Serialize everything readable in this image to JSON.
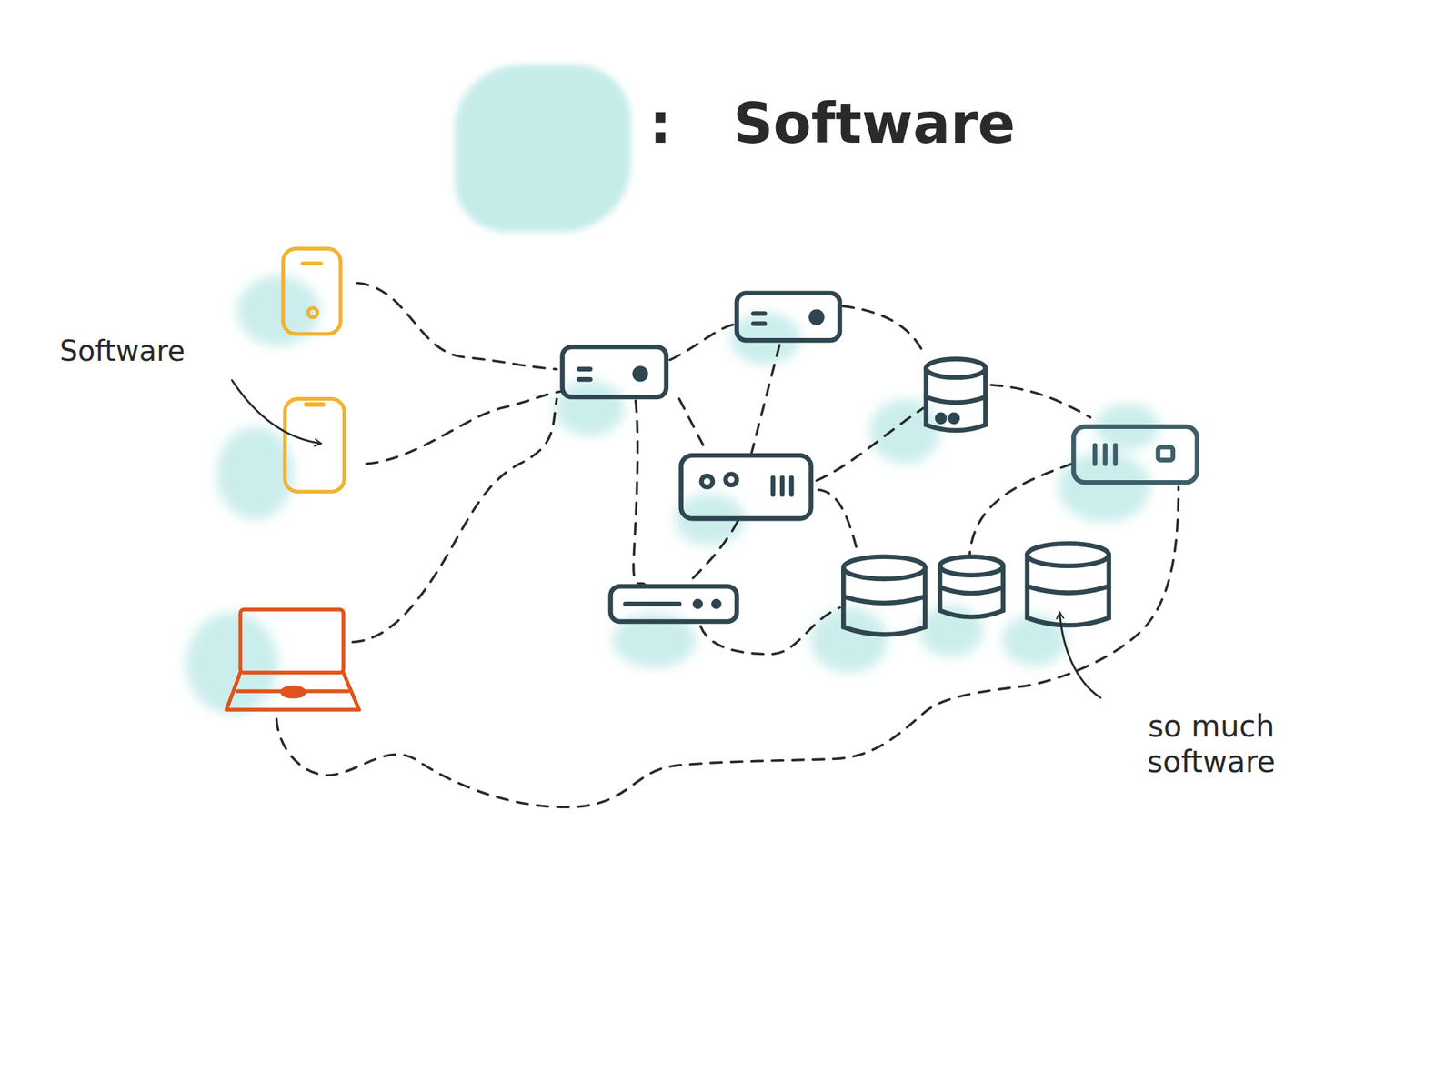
{
  "diagram": {
    "labels": [
      ":",
      "Software",
      "so much software"
    ],
    "legend": [
      {
        "text": "Software",
        "color": "#c6ecea"
      }
    ]
  }
}
